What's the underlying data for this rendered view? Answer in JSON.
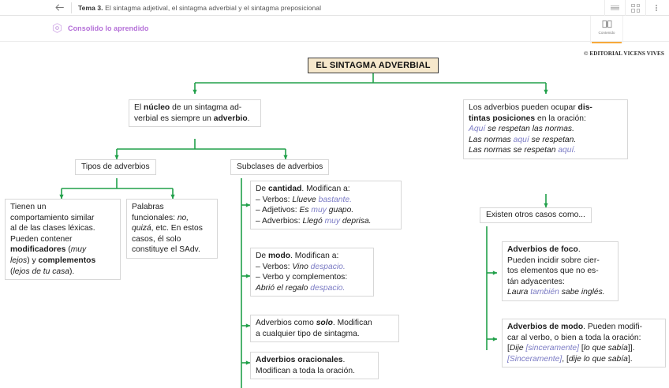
{
  "appbar": {
    "back_icon": "back-arrow-icon",
    "title_prefix": "Tema 3.",
    "title_rest": " El sintagma adjetival, el sintagma adverbial y el sintagma preposicional",
    "icons": [
      {
        "name": "list-view-icon",
        "label": "list"
      },
      {
        "name": "grid-view-icon",
        "label": "grid"
      },
      {
        "name": "more-options-icon",
        "label": "more"
      }
    ]
  },
  "section": {
    "icon": "hexagon-target-icon",
    "title": "Consolido lo aprendido",
    "accent_color": "#b46fd8"
  },
  "contenido_tab": {
    "icon": "open-book-icon",
    "label": "Contenido",
    "underline_color": "#f7a93b"
  },
  "copyright": "© EDITORIAL VICENS VIVES",
  "diagram": {
    "line_color": "#21a04a",
    "title_box": {
      "text": "EL SINTAGMA ADVERBIAL",
      "bg": "#f6e8cc",
      "border": "#3a3a3a"
    },
    "left_branch": {
      "nucleo_box": {
        "line1_a": "El ",
        "line1_b": "núcleo",
        "line1_c": " de un sintagma ad-",
        "line2_a": "verbial es siempre un ",
        "line2_b": "adverbio",
        "line2_c": "."
      },
      "tipos_label": "Tipos de adverbios",
      "subclases_label": "Subclases de adverbios",
      "tipos_children": [
        {
          "name": "tipos-box-1",
          "lines": [
            {
              "segments": [
                {
                  "t": "Tienen un",
                  "s": "n"
                }
              ]
            },
            {
              "segments": [
                {
                  "t": "comportamiento similar",
                  "s": "n"
                }
              ]
            },
            {
              "segments": [
                {
                  "t": "al de las clases léxicas.",
                  "s": "n"
                }
              ]
            },
            {
              "segments": [
                {
                  "t": "Pueden contener",
                  "s": "n"
                }
              ]
            },
            {
              "segments": [
                {
                  "t": "modificadores",
                  "s": "b"
                },
                {
                  "t": " (",
                  "s": "n"
                },
                {
                  "t": "muy",
                  "s": "i"
                }
              ]
            },
            {
              "segments": [
                {
                  "t": "lejos",
                  "s": "i"
                },
                {
                  "t": ") y ",
                  "s": "n"
                },
                {
                  "t": "complementos",
                  "s": "b"
                }
              ]
            },
            {
              "segments": [
                {
                  "t": "(",
                  "s": "n"
                },
                {
                  "t": "lejos de tu casa",
                  "s": "i"
                },
                {
                  "t": ").",
                  "s": "n"
                }
              ]
            }
          ]
        },
        {
          "name": "tipos-box-2",
          "lines": [
            {
              "segments": [
                {
                  "t": "Palabras",
                  "s": "n"
                }
              ]
            },
            {
              "segments": [
                {
                  "t": "funcionales: ",
                  "s": "n"
                },
                {
                  "t": "no,",
                  "s": "i"
                }
              ]
            },
            {
              "segments": [
                {
                  "t": "quizá",
                  "s": "i"
                },
                {
                  "t": ", etc. En estos",
                  "s": "n"
                }
              ]
            },
            {
              "segments": [
                {
                  "t": "casos, él solo",
                  "s": "n"
                }
              ]
            },
            {
              "segments": [
                {
                  "t": "constituye el SAdv.",
                  "s": "n"
                }
              ]
            }
          ]
        }
      ],
      "subclases_children": [
        {
          "name": "subclase-cantidad",
          "lines": [
            {
              "segments": [
                {
                  "t": "De ",
                  "s": "n"
                },
                {
                  "t": "cantidad",
                  "s": "b"
                },
                {
                  "t": ". Modifican a:",
                  "s": "n"
                }
              ]
            },
            {
              "segments": [
                {
                  "t": "– Verbos: ",
                  "s": "n"
                },
                {
                  "t": "Llueve ",
                  "s": "i"
                },
                {
                  "t": "bastante.",
                  "s": "h"
                }
              ]
            },
            {
              "segments": [
                {
                  "t": "– Adjetivos: ",
                  "s": "n"
                },
                {
                  "t": "Es ",
                  "s": "i"
                },
                {
                  "t": "muy",
                  "s": "h"
                },
                {
                  "t": " guapo.",
                  "s": "i"
                }
              ]
            },
            {
              "segments": [
                {
                  "t": "– Adverbios: ",
                  "s": "n"
                },
                {
                  "t": "Llegó ",
                  "s": "i"
                },
                {
                  "t": "muy",
                  "s": "h"
                },
                {
                  "t": " deprisa.",
                  "s": "i"
                }
              ]
            }
          ]
        },
        {
          "name": "subclase-modo",
          "lines": [
            {
              "segments": [
                {
                  "t": "De ",
                  "s": "n"
                },
                {
                  "t": "modo",
                  "s": "b"
                },
                {
                  "t": ". Modifican a:",
                  "s": "n"
                }
              ]
            },
            {
              "segments": [
                {
                  "t": "– Verbos: ",
                  "s": "n"
                },
                {
                  "t": "Vino ",
                  "s": "i"
                },
                {
                  "t": "despacio.",
                  "s": "h"
                }
              ]
            },
            {
              "segments": [
                {
                  "t": "– Verbo y complementos:",
                  "s": "n"
                }
              ]
            },
            {
              "segments": [
                {
                  "t": "   Abrió el regalo ",
                  "s": "i"
                },
                {
                  "t": "despacio.",
                  "s": "h"
                }
              ]
            }
          ]
        },
        {
          "name": "subclase-solo",
          "lines": [
            {
              "segments": [
                {
                  "t": "Adverbios como ",
                  "s": "n"
                },
                {
                  "t": "solo",
                  "s": "bi"
                },
                {
                  "t": ". Modifican",
                  "s": "n"
                }
              ]
            },
            {
              "segments": [
                {
                  "t": "a cualquier tipo de sintagma.",
                  "s": "n"
                }
              ]
            }
          ]
        },
        {
          "name": "subclase-oracionales",
          "lines": [
            {
              "segments": [
                {
                  "t": "Adverbios oracionales",
                  "s": "b"
                },
                {
                  "t": ".",
                  "s": "n"
                }
              ]
            },
            {
              "segments": [
                {
                  "t": "Modifican a toda la oración.",
                  "s": "n"
                }
              ]
            }
          ]
        }
      ]
    },
    "right_branch": {
      "posiciones_box": {
        "lines": [
          {
            "segments": [
              {
                "t": "Los adverbios pueden ocupar ",
                "s": "n"
              },
              {
                "t": "dis-",
                "s": "b"
              }
            ]
          },
          {
            "segments": [
              {
                "t": "tintas posiciones",
                "s": "b"
              },
              {
                "t": " en la oración:",
                "s": "n"
              }
            ]
          },
          {
            "segments": [
              {
                "t": "Aquí",
                "s": "h"
              },
              {
                "t": " se respetan las normas.",
                "s": "i"
              }
            ]
          },
          {
            "segments": [
              {
                "t": "Las normas ",
                "s": "i"
              },
              {
                "t": "aquí",
                "s": "h"
              },
              {
                "t": " se respetan.",
                "s": "i"
              }
            ]
          },
          {
            "segments": [
              {
                "t": "Las normas se respetan ",
                "s": "i"
              },
              {
                "t": "aquí.",
                "s": "h"
              }
            ]
          }
        ]
      },
      "otros_casos_label": "Existen otros casos como...",
      "children": [
        {
          "name": "adverbios-foco",
          "lines": [
            {
              "segments": [
                {
                  "t": "Adverbios de foco",
                  "s": "b"
                },
                {
                  "t": ".",
                  "s": "n"
                }
              ]
            },
            {
              "segments": [
                {
                  "t": "Pueden incidir sobre cier-",
                  "s": "n"
                }
              ]
            },
            {
              "segments": [
                {
                  "t": "tos elementos que no es-",
                  "s": "n"
                }
              ]
            },
            {
              "segments": [
                {
                  "t": "tán adyacentes:",
                  "s": "n"
                }
              ]
            },
            {
              "segments": [
                {
                  "t": "Laura ",
                  "s": "i"
                },
                {
                  "t": "también",
                  "s": "h"
                },
                {
                  "t": " sabe inglés.",
                  "s": "i"
                }
              ]
            }
          ]
        },
        {
          "name": "adverbios-modo",
          "lines": [
            {
              "segments": [
                {
                  "t": "Adverbios de modo",
                  "s": "b"
                },
                {
                  "t": ". Pueden modifi-",
                  "s": "n"
                }
              ]
            },
            {
              "segments": [
                {
                  "t": "car al verbo, o bien a toda la oración:",
                  "s": "n"
                }
              ]
            },
            {
              "segments": [
                {
                  "t": "[",
                  "s": "n"
                },
                {
                  "t": "Dije ",
                  "s": "i"
                },
                {
                  "t": "[sinceramente]",
                  "s": "h"
                },
                {
                  "t": " [",
                  "s": "n"
                },
                {
                  "t": "lo que sabía",
                  "s": "i"
                },
                {
                  "t": "]].",
                  "s": "n"
                }
              ]
            },
            {
              "segments": [
                {
                  "t": "[Sinceramente]",
                  "s": "h"
                },
                {
                  "t": ", [",
                  "s": "n"
                },
                {
                  "t": "dije lo que sabía",
                  "s": "i"
                },
                {
                  "t": "].",
                  "s": "n"
                }
              ]
            }
          ]
        }
      ]
    }
  }
}
